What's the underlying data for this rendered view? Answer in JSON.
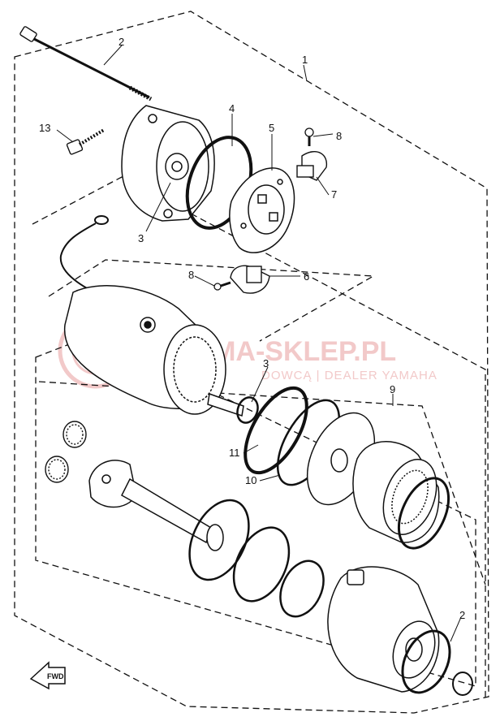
{
  "diagram": {
    "callouts": [
      {
        "id": "c1",
        "text": "1"
      },
      {
        "id": "c2a",
        "text": "2"
      },
      {
        "id": "c13",
        "text": "13"
      },
      {
        "id": "c4",
        "text": "4"
      },
      {
        "id": "c5",
        "text": "5"
      },
      {
        "id": "c8a",
        "text": "8"
      },
      {
        "id": "c7",
        "text": "7"
      },
      {
        "id": "c3a",
        "text": "3"
      },
      {
        "id": "c8b",
        "text": "8"
      },
      {
        "id": "c6",
        "text": "6"
      },
      {
        "id": "c3b",
        "text": "3"
      },
      {
        "id": "c9",
        "text": "9"
      },
      {
        "id": "c11",
        "text": "11"
      },
      {
        "id": "c10",
        "text": "10"
      },
      {
        "id": "c2b",
        "text": "2"
      }
    ],
    "forward_arrow_text": "FWD",
    "watermark": {
      "brand": "YAMA-SKLEP.PL",
      "tagline": "DOWCĄ | DEALER YAMAHA"
    },
    "colors": {
      "ink": "#111111",
      "watermark": "#f2c9c9",
      "background": "#ffffff"
    }
  }
}
